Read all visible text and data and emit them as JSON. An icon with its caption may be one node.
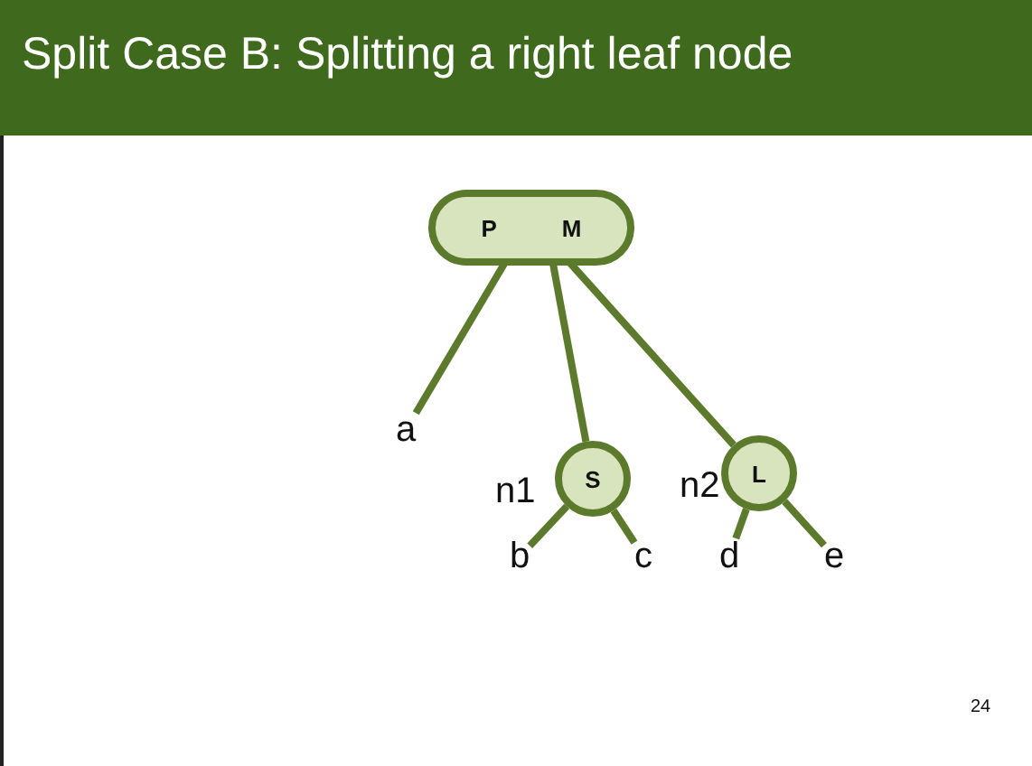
{
  "diagram": {
    "title": "Split Case B: Splitting a right leaf node",
    "nodes": [
      {
        "text": [
          "P",
          "M"
        ]
      },
      {
        "text": [
          "a"
        ]
      },
      {
        "text": [
          "S"
        ],
        "beside": [
          "n1"
        ]
      },
      {
        "text": [
          "L"
        ],
        "beside": [
          "n2"
        ]
      },
      {
        "text": [
          "b"
        ]
      },
      {
        "text": [
          "c"
        ]
      },
      {
        "text": [
          "d"
        ]
      },
      {
        "text": [
          "e"
        ]
      }
    ],
    "edges": [
      {
        "from": 0,
        "to": 1,
        "arrow": "none"
      },
      {
        "from": 0,
        "to": 2,
        "arrow": "none"
      },
      {
        "from": 0,
        "to": 3,
        "arrow": "none"
      },
      {
        "from": 2,
        "to": 4,
        "arrow": "none"
      },
      {
        "from": 2,
        "to": 5,
        "arrow": "none"
      },
      {
        "from": 3,
        "to": 6,
        "arrow": "none"
      },
      {
        "from": 3,
        "to": 7,
        "arrow": "none"
      }
    ],
    "labels": [
      "24"
    ]
  }
}
